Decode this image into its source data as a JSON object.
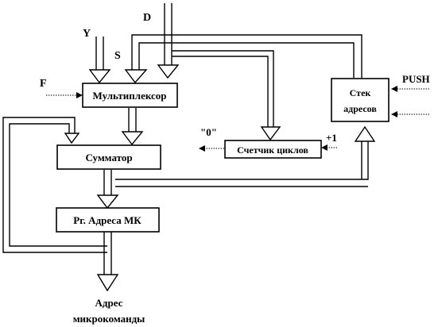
{
  "blocks": {
    "multiplexer": "Мультиплексор",
    "adder": "Сумматор",
    "counter": "Счетчик циклов",
    "stack_line1": "Стек",
    "stack_line2": "адресов",
    "register": "Рг. Адреса МК"
  },
  "inputs": {
    "d": "D",
    "y": "Y",
    "s": "S",
    "f": "F",
    "push": "PUSH",
    "zero": "\"0\"",
    "plus_one": "+1"
  },
  "output": {
    "line1": "Адрес",
    "line2": "микрокоманды"
  }
}
